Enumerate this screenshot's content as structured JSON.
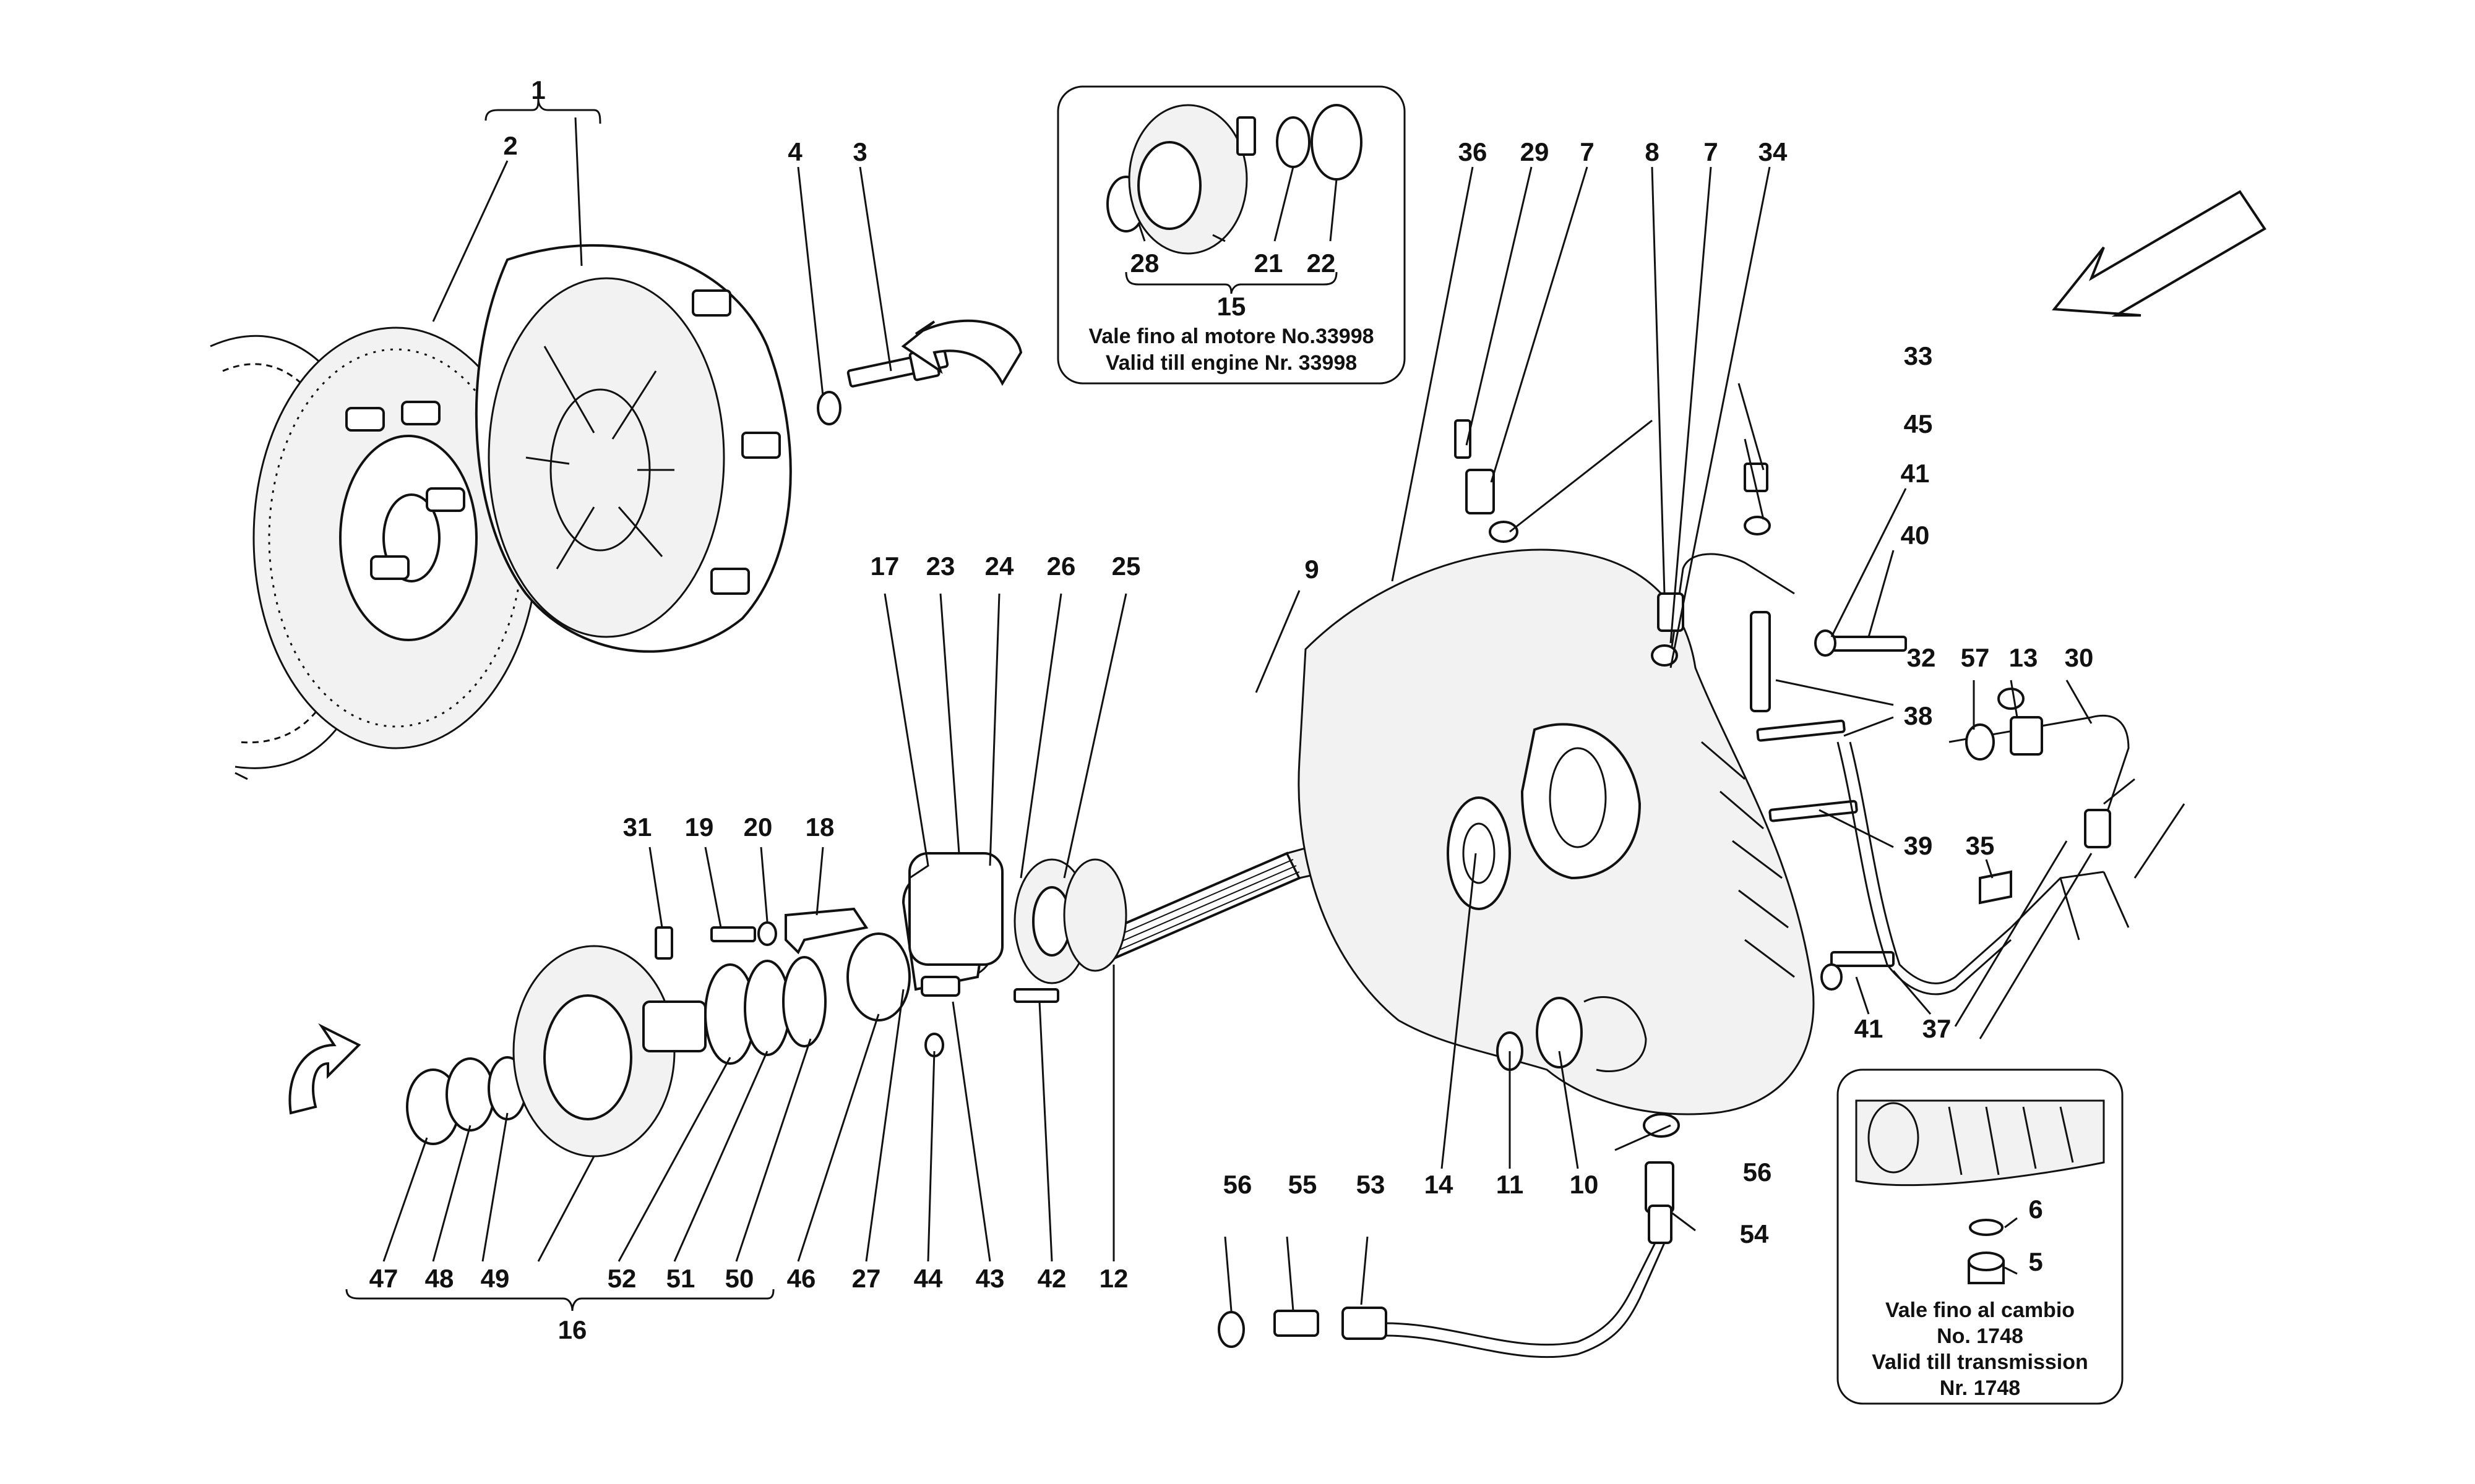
{
  "inset_engine": {
    "note_it": "Vale fino al motore No.33998",
    "note_en": "Valid till engine Nr. 33998"
  },
  "inset_transmission": {
    "note_it_1": "Vale fino al cambio",
    "note_it_2": "No. 1748",
    "note_en_1": "Valid till transmission",
    "note_en_2": "Nr. 1748"
  },
  "callouts": {
    "n1": "1",
    "n2": "2",
    "n3": "3",
    "n4": "4",
    "n5": "5",
    "n6": "6",
    "n7a": "7",
    "n7b": "7",
    "n8": "8",
    "n9": "9",
    "n10": "10",
    "n11": "11",
    "n12": "12",
    "n13": "13",
    "n14": "14",
    "n15": "15",
    "n16": "16",
    "n17": "17",
    "n18": "18",
    "n19": "19",
    "n20": "20",
    "n21": "21",
    "n22": "22",
    "n23": "23",
    "n24": "24",
    "n25": "25",
    "n26": "26",
    "n27": "27",
    "n28": "28",
    "n29": "29",
    "n30": "30",
    "n31": "31",
    "n32": "32",
    "n33": "33",
    "n34": "34",
    "n35": "35",
    "n36": "36",
    "n37": "37",
    "n38": "38",
    "n39": "39",
    "n40": "40",
    "n41a": "41",
    "n41b": "41",
    "n42": "42",
    "n43": "43",
    "n44": "44",
    "n45": "45",
    "n46": "46",
    "n47": "47",
    "n48": "48",
    "n49": "49",
    "n50": "50",
    "n51": "51",
    "n52": "52",
    "n53": "53",
    "n54": "54",
    "n55": "55",
    "n56a": "56",
    "n56b": "56",
    "n57": "57"
  }
}
